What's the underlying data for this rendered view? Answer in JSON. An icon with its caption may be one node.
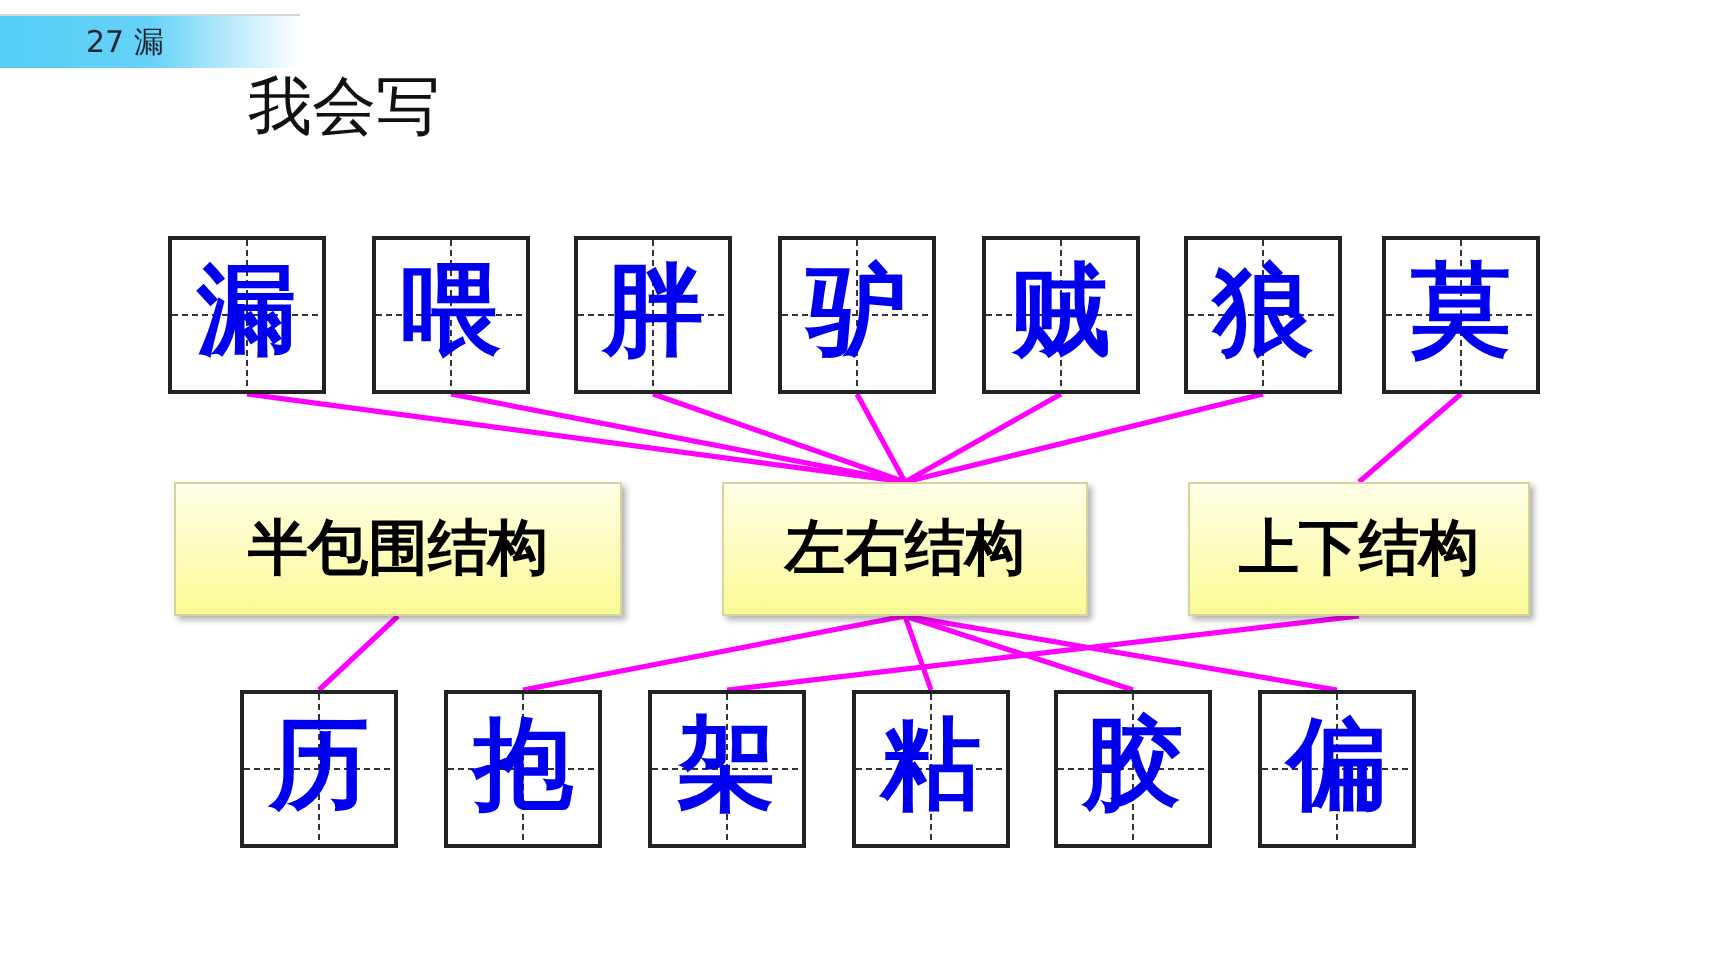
{
  "diagram": {
    "title": "我会写",
    "nodes": [
      {
        "text": [
          "漏"
        ]
      },
      {
        "text": [
          "喂"
        ]
      },
      {
        "text": [
          "胖"
        ]
      },
      {
        "text": [
          "驴"
        ]
      },
      {
        "text": [
          "贼"
        ]
      },
      {
        "text": [
          "狼"
        ]
      },
      {
        "text": [
          "莫"
        ]
      },
      {
        "text": [
          "半包围结构"
        ]
      },
      {
        "text": [
          "左右结构"
        ]
      },
      {
        "text": [
          "上下结构"
        ]
      },
      {
        "text": [
          "历"
        ]
      },
      {
        "text": [
          "抱"
        ]
      },
      {
        "text": [
          "架"
        ]
      },
      {
        "text": [
          "粘"
        ]
      },
      {
        "text": [
          "胶"
        ]
      },
      {
        "text": [
          "偏"
        ]
      }
    ],
    "edges": [
      {
        "from": 0,
        "to": 8,
        "arrow": "none"
      },
      {
        "from": 1,
        "to": 8,
        "arrow": "none"
      },
      {
        "from": 2,
        "to": 8,
        "arrow": "none"
      },
      {
        "from": 3,
        "to": 8,
        "arrow": "none"
      },
      {
        "from": 4,
        "to": 8,
        "arrow": "none"
      },
      {
        "from": 5,
        "to": 8,
        "arrow": "none"
      },
      {
        "from": 6,
        "to": 9,
        "arrow": "none"
      },
      {
        "from": 7,
        "to": 10,
        "arrow": "none"
      },
      {
        "from": 8,
        "to": 11,
        "arrow": "none"
      },
      {
        "from": 9,
        "to": 12,
        "arrow": "none"
      },
      {
        "from": 8,
        "to": 13,
        "arrow": "none"
      },
      {
        "from": 8,
        "to": 14,
        "arrow": "none"
      },
      {
        "from": 8,
        "to": 15,
        "arrow": "none"
      }
    ],
    "labels": [
      "27 漏"
    ]
  }
}
